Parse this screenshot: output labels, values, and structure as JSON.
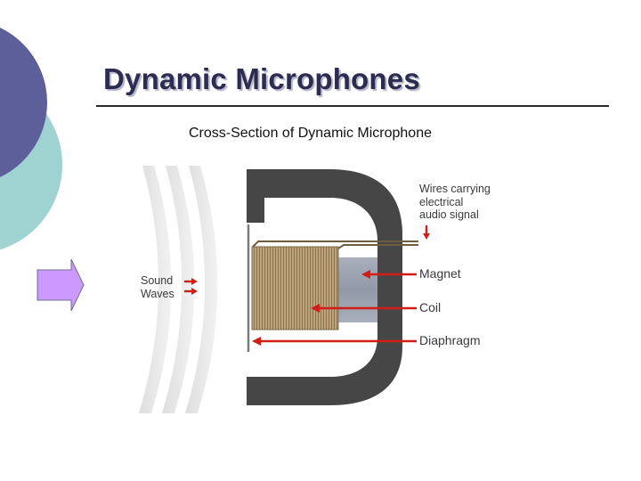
{
  "slide": {
    "title": "Dynamic Microphones",
    "diagram_title": "Cross-Section of Dynamic Microphone"
  },
  "labels": {
    "wires": [
      "Wires carrying",
      "electrical",
      "audio signal"
    ],
    "sound_waves": [
      "Sound",
      "Waves"
    ],
    "magnet": "Magnet",
    "coil": "Coil",
    "diaphragm": "Diaphragm"
  },
  "colors": {
    "title": "#2c2c52",
    "circle_purple": "#5c5f9a",
    "circle_teal": "#9fd3d2",
    "housing": "#464646",
    "coil": "#b8a079",
    "magnet": "#9ea5b3",
    "arrow_red": "#d21d16",
    "nav_arrow": "#cc99ff"
  }
}
